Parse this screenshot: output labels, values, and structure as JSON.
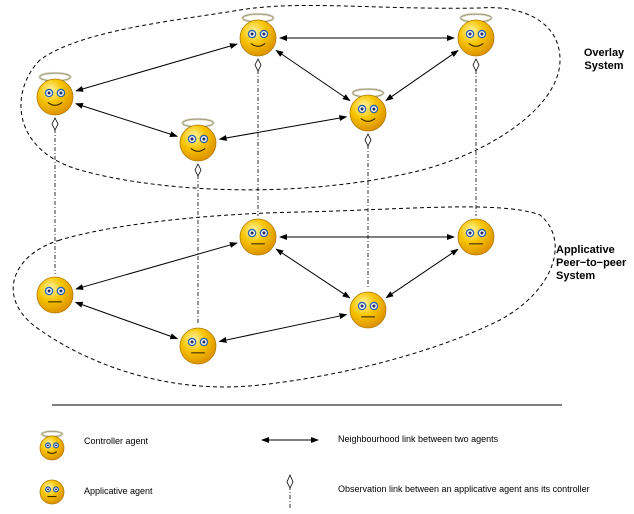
{
  "labels": {
    "overlay_line1": "Overlay",
    "overlay_line2": "System",
    "app_line1": "Applicative",
    "app_line2": "Peer−to−peer",
    "app_line3": "System"
  },
  "legend": {
    "controller_agent": "Controller agent",
    "applicative_agent": "Applicative agent",
    "neighbourhood_link": "Neighbourhood link between two agents",
    "observation_link": "Observation link between an applicative agent ans its controller"
  },
  "colors": {
    "face_fill": "#f7c400",
    "face_shade": "#e09a00",
    "eye_ring": "#2a5fa8",
    "halo": "#d8d4b8",
    "line": "#000000"
  },
  "icons": {
    "controller": "smiling-face-with-halo-icon",
    "applicative": "neutral-face-icon"
  }
}
